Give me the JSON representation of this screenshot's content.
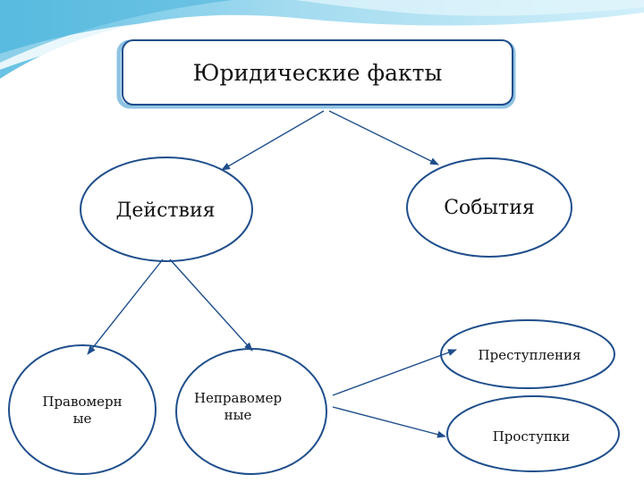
{
  "title": "Юридические факты",
  "nodes": {
    "actions": "Действия",
    "events": "События",
    "lawful_line1": "Правомерн",
    "lawful_line2": "ые",
    "unlawful_line1": "Неправомер",
    "unlawful_line2": "ные",
    "crimes": "Преступления",
    "offenses": "Проступки"
  },
  "colors": {
    "outline": "#1f4e8c",
    "arrow": "#1f4e8c",
    "box_shadow": "#8fc3e3",
    "wave_light": "#d8f1fb",
    "wave_mid": "#9ed9ef",
    "wave_dark": "#5fbfe2"
  }
}
